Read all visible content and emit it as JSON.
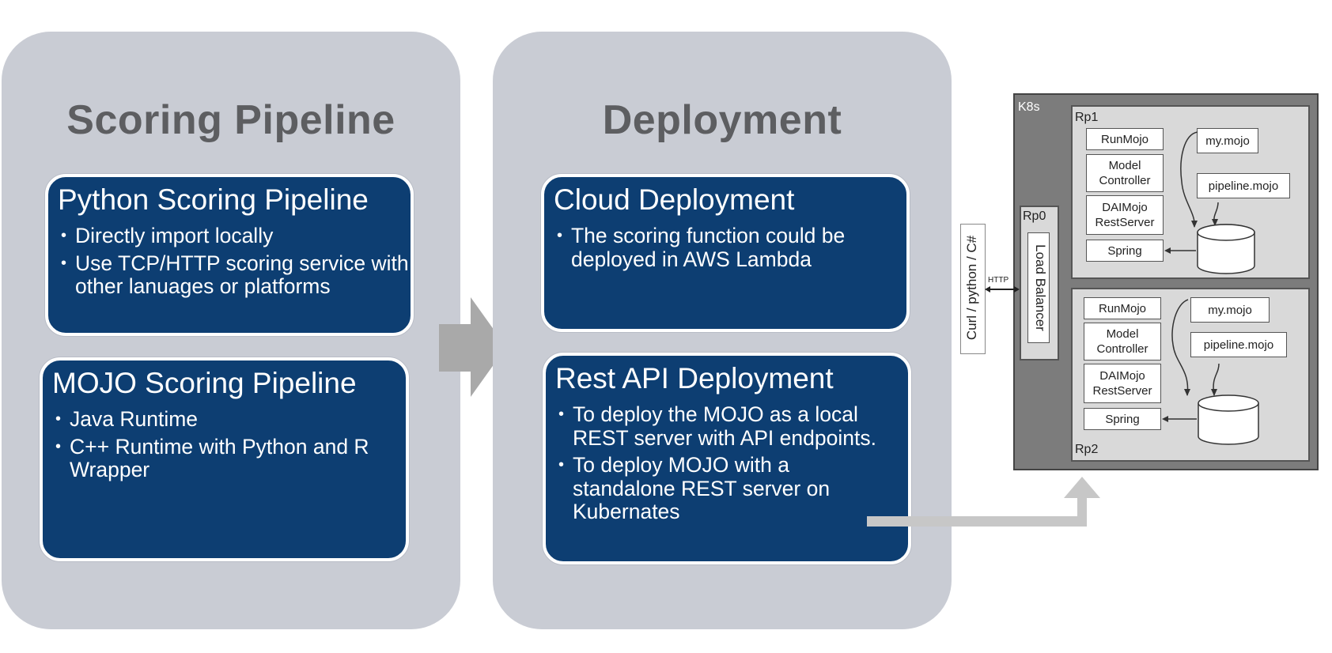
{
  "scoring": {
    "title": "Scoring Pipeline",
    "python": {
      "title": "Python Scoring Pipeline",
      "bullets": [
        "Directly import locally",
        "Use TCP/HTTP scoring service with other lanuages or platforms"
      ]
    },
    "mojo": {
      "title": "MOJO Scoring Pipeline",
      "bullets": [
        "Java Runtime",
        "C++ Runtime with Python and R Wrapper"
      ]
    }
  },
  "deployment": {
    "title": "Deployment",
    "cloud": {
      "title": "Cloud Deployment",
      "bullets": [
        "The scoring function could be deployed in AWS Lambda"
      ]
    },
    "rest": {
      "title": "Rest API Deployment",
      "bullets": [
        "To deploy the MOJO as a local REST server with API endpoints.",
        "To deploy MOJO with a standalone REST server on Kubernates"
      ]
    }
  },
  "k8s": {
    "label": "K8s",
    "client": "Curl / python / C#",
    "http": "HTTP",
    "rp0": "Rp0",
    "load_balancer": "Load Balancer",
    "rp1": {
      "label": "Rp1",
      "runmojo": "RunMojo",
      "model_controller": "Model Controller",
      "daimojo": "DAIMojo RestServer",
      "spring": "Spring",
      "my_mojo": "my.mojo",
      "pipeline_mojo": "pipeline.mojo"
    },
    "rp2": {
      "label": "Rp2",
      "runmojo": "RunMojo",
      "model_controller": "Model Controller",
      "daimojo": "DAIMojo RestServer",
      "spring": "Spring",
      "my_mojo": "my.mojo",
      "pipeline_mojo": "pipeline.mojo"
    }
  }
}
